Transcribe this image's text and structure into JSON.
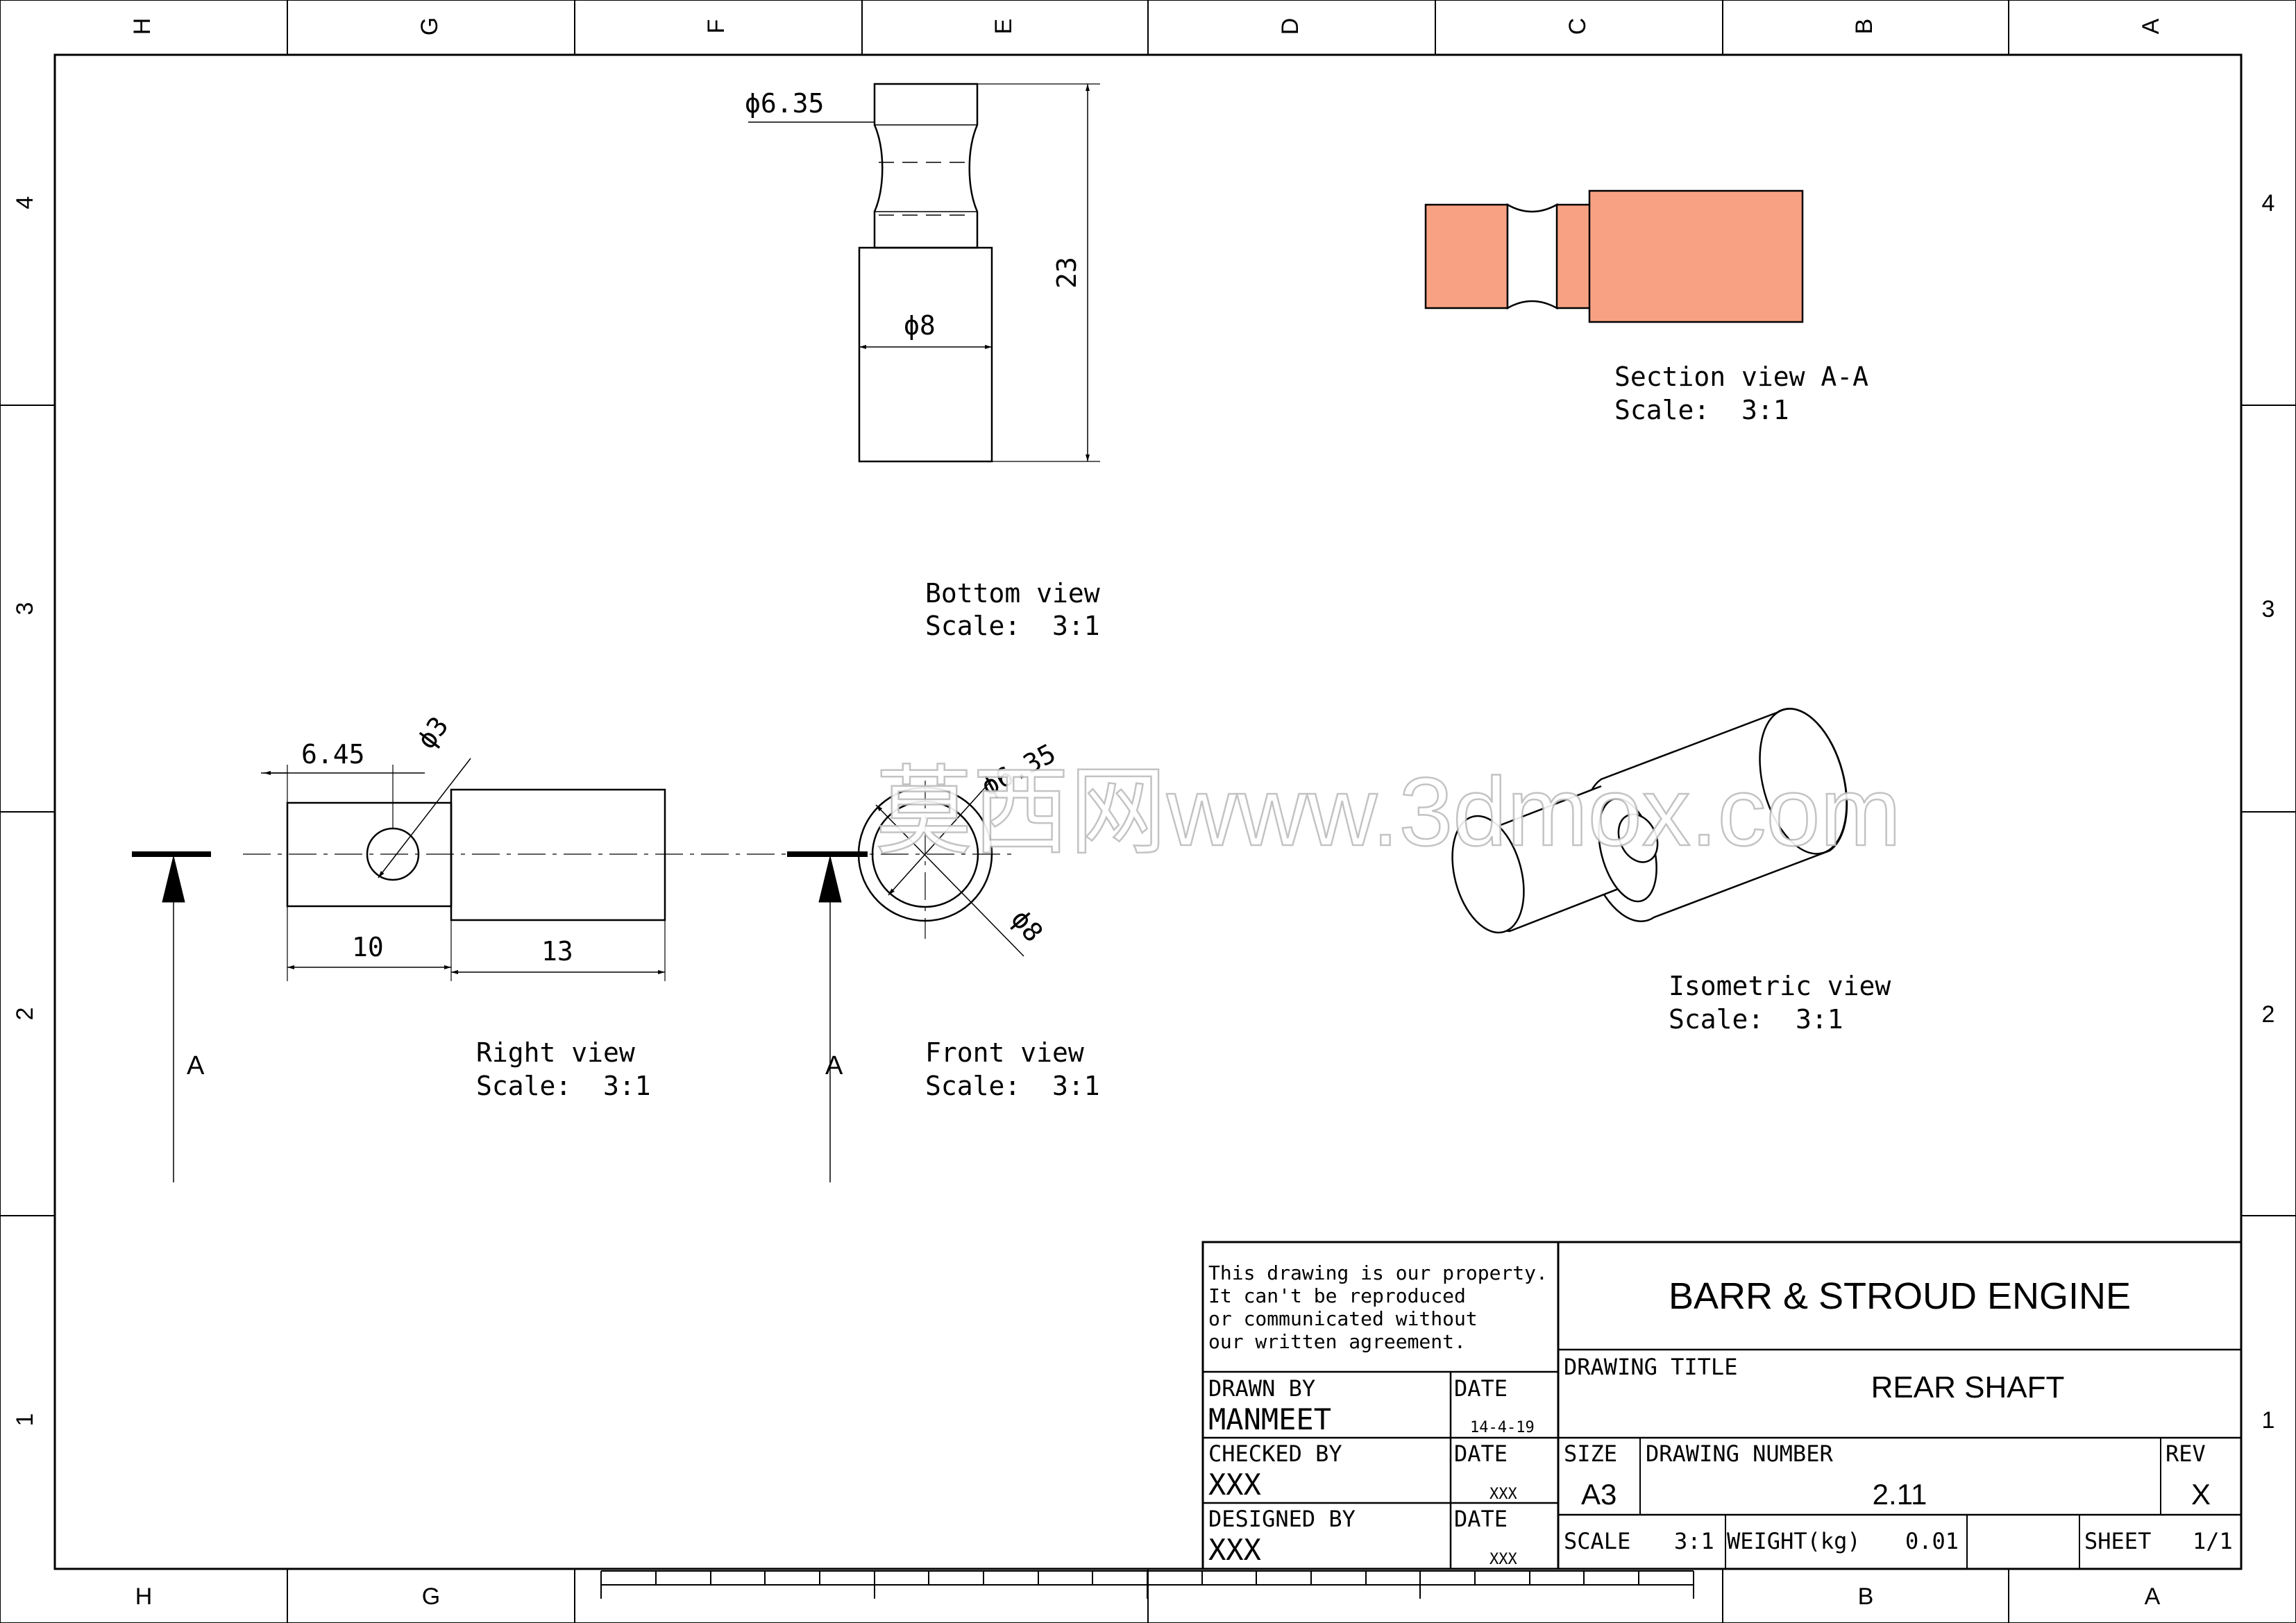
{
  "frame": {
    "columns": [
      "H",
      "G",
      "F",
      "E",
      "D",
      "C",
      "B",
      "A"
    ],
    "bottom_columns": [
      "H",
      "G",
      "B",
      "A"
    ],
    "rows": [
      "4",
      "3",
      "2",
      "1"
    ]
  },
  "views": {
    "bottom": {
      "name": "Bottom view",
      "scale": "Scale:  3:1"
    },
    "section": {
      "name": "Section view A-A",
      "scale": "Scale:  3:1"
    },
    "right": {
      "name": "Right view",
      "scale": "Scale:  3:1"
    },
    "front": {
      "name": "Front view",
      "scale": "Scale:  3:1"
    },
    "isometric": {
      "name": "Isometric view",
      "scale": "Scale:  3:1"
    }
  },
  "dimensions": {
    "bottom": {
      "small_dia": "ϕ6.35",
      "large_dia": "ϕ8",
      "length": "23"
    },
    "right": {
      "hole_offset": "6.45",
      "hole_dia": "ϕ3",
      "len_small": "10",
      "len_large": "13"
    },
    "front": {
      "inner_dia": "ϕ6.35",
      "outer_dia": "ϕ8"
    }
  },
  "section_marker": {
    "left": "A",
    "right": "A"
  },
  "watermark": "莫西网www.3dmox.com",
  "colors": {
    "section_fill": "#f9a283",
    "line": "#000000"
  },
  "title_block": {
    "notice": [
      "This drawing is our property.",
      "It can't be reproduced",
      "or communicated without",
      "our written agreement."
    ],
    "company": "BARR & STROUD ENGINE",
    "drawing_title_label": "DRAWING TITLE",
    "drawing_title": "REAR SHAFT",
    "drawn_by_label": "DRAWN BY",
    "drawn_by": "MANMEET",
    "drawn_date_label": "DATE",
    "drawn_date": "14-4-19",
    "checked_by_label": "CHECKED BY",
    "checked_by": "XXX",
    "checked_date_label": "DATE",
    "checked_date": "XXX",
    "designed_by_label": "DESIGNED BY",
    "designed_by": "XXX",
    "designed_date_label": "DATE",
    "designed_date": "XXX",
    "size_label": "SIZE",
    "size": "A3",
    "drawing_number_label": "DRAWING NUMBER",
    "drawing_number": "2.11",
    "rev_label": "REV",
    "rev": "X",
    "scale_label": "SCALE",
    "scale": "3:1",
    "weight_label": "WEIGHT(kg)",
    "weight": "0.01",
    "sheet_label": "SHEET",
    "sheet": "1/1"
  }
}
